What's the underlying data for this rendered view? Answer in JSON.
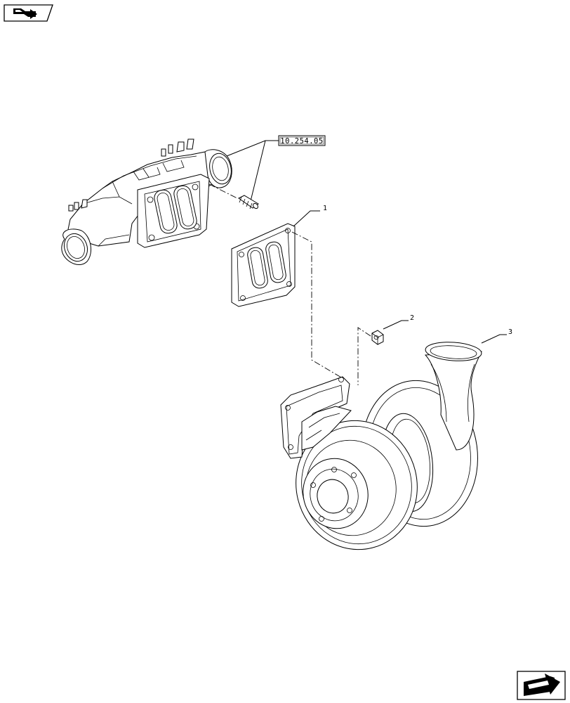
{
  "nav": {
    "top_icon": "previous-page-icon",
    "bottom_icon": "next-page-icon"
  },
  "diagram": {
    "reference_box": "10.254.05",
    "callouts": [
      {
        "id": "1",
        "label": "1"
      },
      {
        "id": "2",
        "label": "2"
      },
      {
        "id": "3",
        "label": "3"
      }
    ],
    "parts": {
      "manifold": "exhaust-manifold",
      "stud": "stud",
      "gasket": "gasket",
      "nut": "nut",
      "turbo": "turbocharger"
    }
  }
}
